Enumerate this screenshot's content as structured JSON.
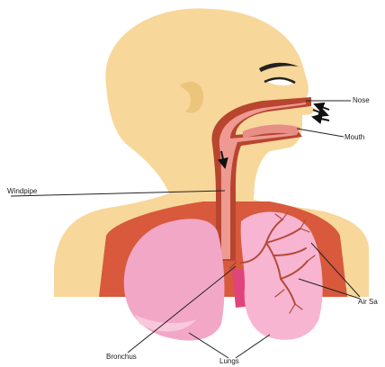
{
  "labels": {
    "nose": "Nose",
    "mouth": "Mouth",
    "windpipe": "Windpipe",
    "air_sacs": "Air Sa",
    "bronchus": "Bronchus",
    "lungs": "Lungs"
  },
  "colors": {
    "skin": "#f7d79a",
    "skin_shadow": "#ecc57c",
    "airway_outer": "#b8452f",
    "airway_inner": "#ee9a92",
    "lung_left": "#f2a7c7",
    "lung_right": "#f7b5d2",
    "lung_highlight": "#f8c9dc",
    "chest_cavity": "#d8593c",
    "diaphragm_gap": "#e0447a",
    "bronchi_tree": "#b34a38",
    "label_line": "#222222"
  }
}
